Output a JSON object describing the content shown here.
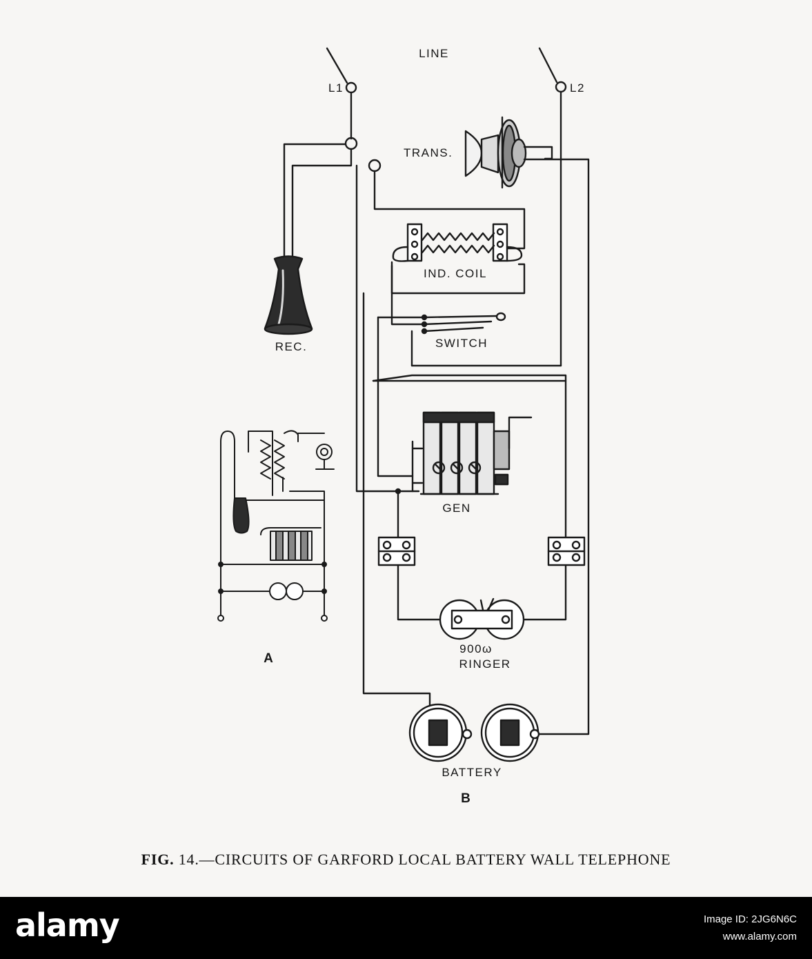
{
  "diagram": {
    "labels": {
      "line": "LINE",
      "l1": "L1",
      "l2": "L2",
      "trans": "TRANS.",
      "rec": "REC.",
      "ind_coil": "IND. COIL",
      "switch": "SWITCH",
      "gen": "GEN",
      "ringer_value": "900ω",
      "ringer": "RINGER",
      "battery": "BATTERY",
      "a": "A",
      "b": "B"
    }
  },
  "caption": {
    "fig": "FIG.",
    "text": "14.—CIRCUITS OF GARFORD LOCAL BATTERY WALL TELEPHONE"
  },
  "footer": {
    "logo": "alamy",
    "image_id": "Image ID: 2JG6N6C",
    "url": "www.alamy.com"
  }
}
